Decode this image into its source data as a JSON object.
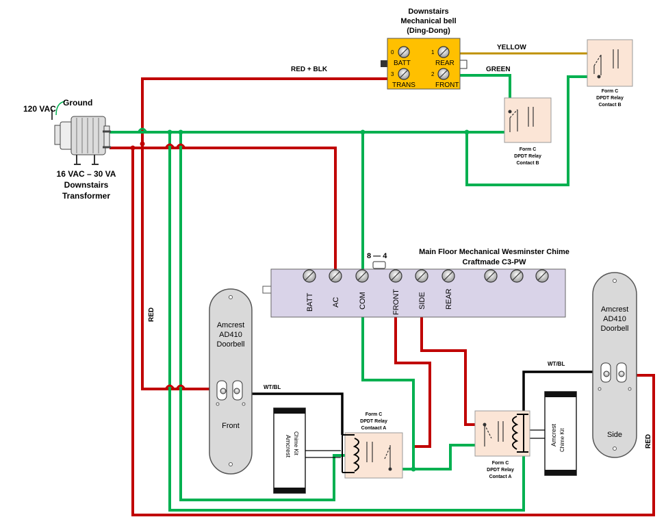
{
  "bell": {
    "title1": "Downstairs",
    "title2": "Mechanical bell",
    "title3": "(Ding-Dong)",
    "t0": "0",
    "t1": "1",
    "t2": "2",
    "t3": "3",
    "batt": "BATT",
    "rear": "REAR",
    "trans": "TRANS",
    "front": "FRONT"
  },
  "wires": {
    "yellow": "YELLOW",
    "green": "GREEN",
    "red_blk": "RED + BLK",
    "red": "RED",
    "wtbl": "WT/BL"
  },
  "transformer": {
    "ground": "Ground",
    "vac120": "120 VAC",
    "rating": "16 VAC – 30 VA",
    "line2": "Downstairs",
    "line3": "Transformer"
  },
  "relay": {
    "line1": "Form C",
    "line2": "DPDT Relay",
    "contact_b": "Contact B",
    "contact_a": "Contact A",
    "contact_a_typo": "Contaact A"
  },
  "chime": {
    "title1": "Main Floor Mechanical Wesminster Chime",
    "title2": "Craftmade C3-PW",
    "switch": "8 — 4",
    "terminals": [
      "BATT",
      "AC",
      "COM",
      "FRONT",
      "SIDE",
      "REAR"
    ]
  },
  "doorbell_front": {
    "l1": "Amcrest",
    "l2": "AD410",
    "l3": "Doorbell",
    "pos": "Front"
  },
  "doorbell_side": {
    "l1": "Amcrest",
    "l2": "AD410",
    "l3": "Doorbell",
    "pos": "Side"
  },
  "kit": {
    "l1": "Amcrest",
    "l2": "Chime Kit"
  },
  "colors": {
    "red": "#c00000",
    "green": "#00b050",
    "yellow": "#bf9000",
    "black": "#000000",
    "bell": "#ffc000",
    "relay": "#fbe5d6",
    "chime": "#d9d3e8",
    "doorbell": "#d9d9d9"
  }
}
